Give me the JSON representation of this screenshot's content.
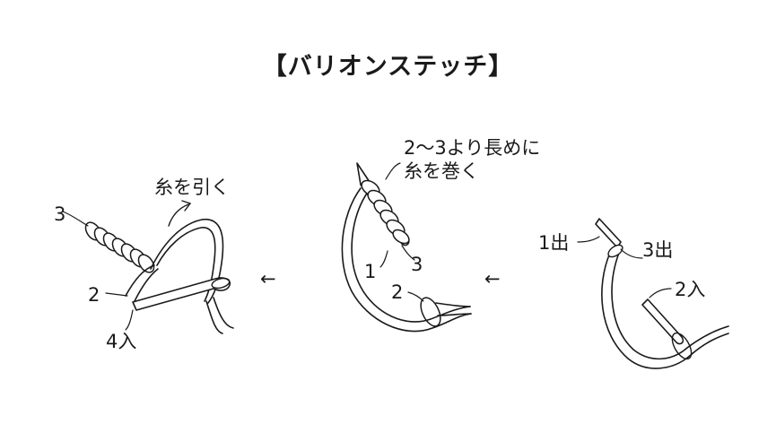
{
  "title": "【バリオンステッチ】",
  "step1": {
    "out1": "1出",
    "out3": "3出",
    "in2": "2入"
  },
  "step2": {
    "note_line1": "2〜3より長めに",
    "note_line2": "糸を巻く",
    "num1": "1",
    "num2": "2",
    "num3": "3"
  },
  "step3": {
    "pull": "糸を引く",
    "num3": "3",
    "num2": "2",
    "in4": "4入"
  },
  "flow_arrow": "←"
}
